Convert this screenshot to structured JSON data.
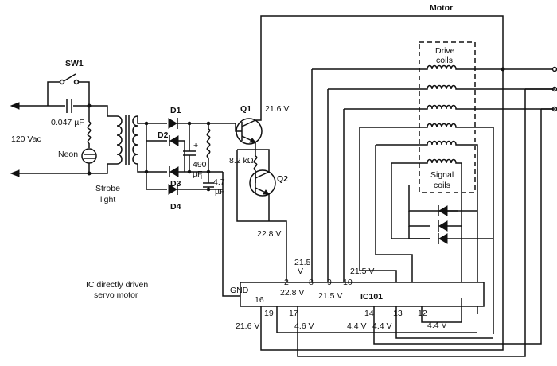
{
  "labels": {
    "motor": "Motor",
    "sw1": "SW1",
    "cap_0047": "0.047 µF",
    "ac_in": "120 Vac",
    "neon": "Neon",
    "strobe_1": "Strobe",
    "strobe_2": "light",
    "d1": "D1",
    "d2": "D2",
    "d3": "D3",
    "d4": "D4",
    "cap490_plus": "+",
    "cap490_1": "490",
    "cap490_2": "µF",
    "cap47_plus": "+",
    "cap47_1": "4.7",
    "cap47_2": "µF",
    "q1": "Q1",
    "q2": "Q2",
    "r_82k": "8.2 kΩ",
    "v_q1": "21.6 V",
    "v_228a": "22.8 V",
    "drive_1": "Drive",
    "drive_2": "coils",
    "signal_1": "Signal",
    "signal_2": "coils",
    "v_215_top": "21.5",
    "v_215_unit": "V",
    "v_215_right": "21.5 V",
    "caption_1": "IC directly driven",
    "caption_2": "servo motor",
    "gnd": "GND",
    "pin_16": "16",
    "pin_2": "2",
    "pin_8": "8",
    "pin_9": "9",
    "pin_10": "10",
    "pin_19": "19",
    "pin_17": "17",
    "pin_14": "14",
    "pin_13": "13",
    "pin_12": "12",
    "v_228b": "22.8 V",
    "v_215_mid": "21.5 V",
    "ic_name": "IC101",
    "v_216": "21.6 V",
    "v_46": "4.6 V",
    "v_44a": "4.4 V",
    "v_44b": "4.4 V",
    "v_44c": "4.4 V"
  }
}
